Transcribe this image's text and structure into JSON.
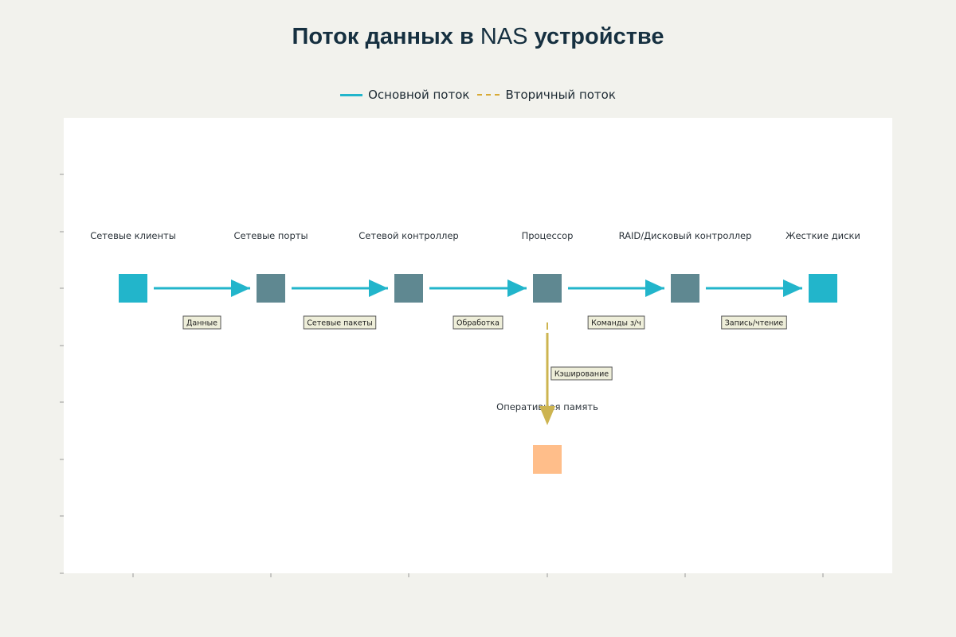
{
  "title": {
    "part1": "Поток данных в ",
    "part2": "NAS",
    "part3": " устройстве"
  },
  "legend": {
    "primary": "Основной поток",
    "secondary": "Вторичный поток",
    "primary_color": "#22b5cb",
    "secondary_color": "#d8aa35"
  },
  "nodes": [
    {
      "id": "clients",
      "label": "Сетевые клиенты",
      "color": "#22b5cb"
    },
    {
      "id": "ports",
      "label": "Сетевые порты",
      "color": "#5f8891"
    },
    {
      "id": "controller",
      "label": "Сетевой контроллер",
      "color": "#5f8891"
    },
    {
      "id": "cpu",
      "label": "Процессор",
      "color": "#5f8891"
    },
    {
      "id": "raid",
      "label": "RAID/Дисковый контроллер",
      "color": "#5f8891"
    },
    {
      "id": "disks",
      "label": "Жесткие диски",
      "color": "#22b5cb"
    },
    {
      "id": "ram",
      "label": "Оперативная память",
      "color": "#ffbe8a"
    }
  ],
  "edges": [
    {
      "from": "clients",
      "to": "ports",
      "label": "Данные",
      "type": "primary"
    },
    {
      "from": "ports",
      "to": "controller",
      "label": "Сетевые пакеты",
      "type": "primary"
    },
    {
      "from": "controller",
      "to": "cpu",
      "label": "Обработка",
      "type": "primary"
    },
    {
      "from": "cpu",
      "to": "raid",
      "label": "Команды з/ч",
      "type": "primary"
    },
    {
      "from": "raid",
      "to": "disks",
      "label": "Запись/чтение",
      "type": "primary"
    },
    {
      "from": "cpu",
      "to": "ram",
      "label": "Кэширование",
      "type": "secondary"
    }
  ],
  "colors": {
    "background": "#f2f2ed",
    "plot": "#ffffff",
    "label_box": "#eeeed9",
    "label_border": "#555555",
    "secondary_arrow": "#cdb450"
  }
}
